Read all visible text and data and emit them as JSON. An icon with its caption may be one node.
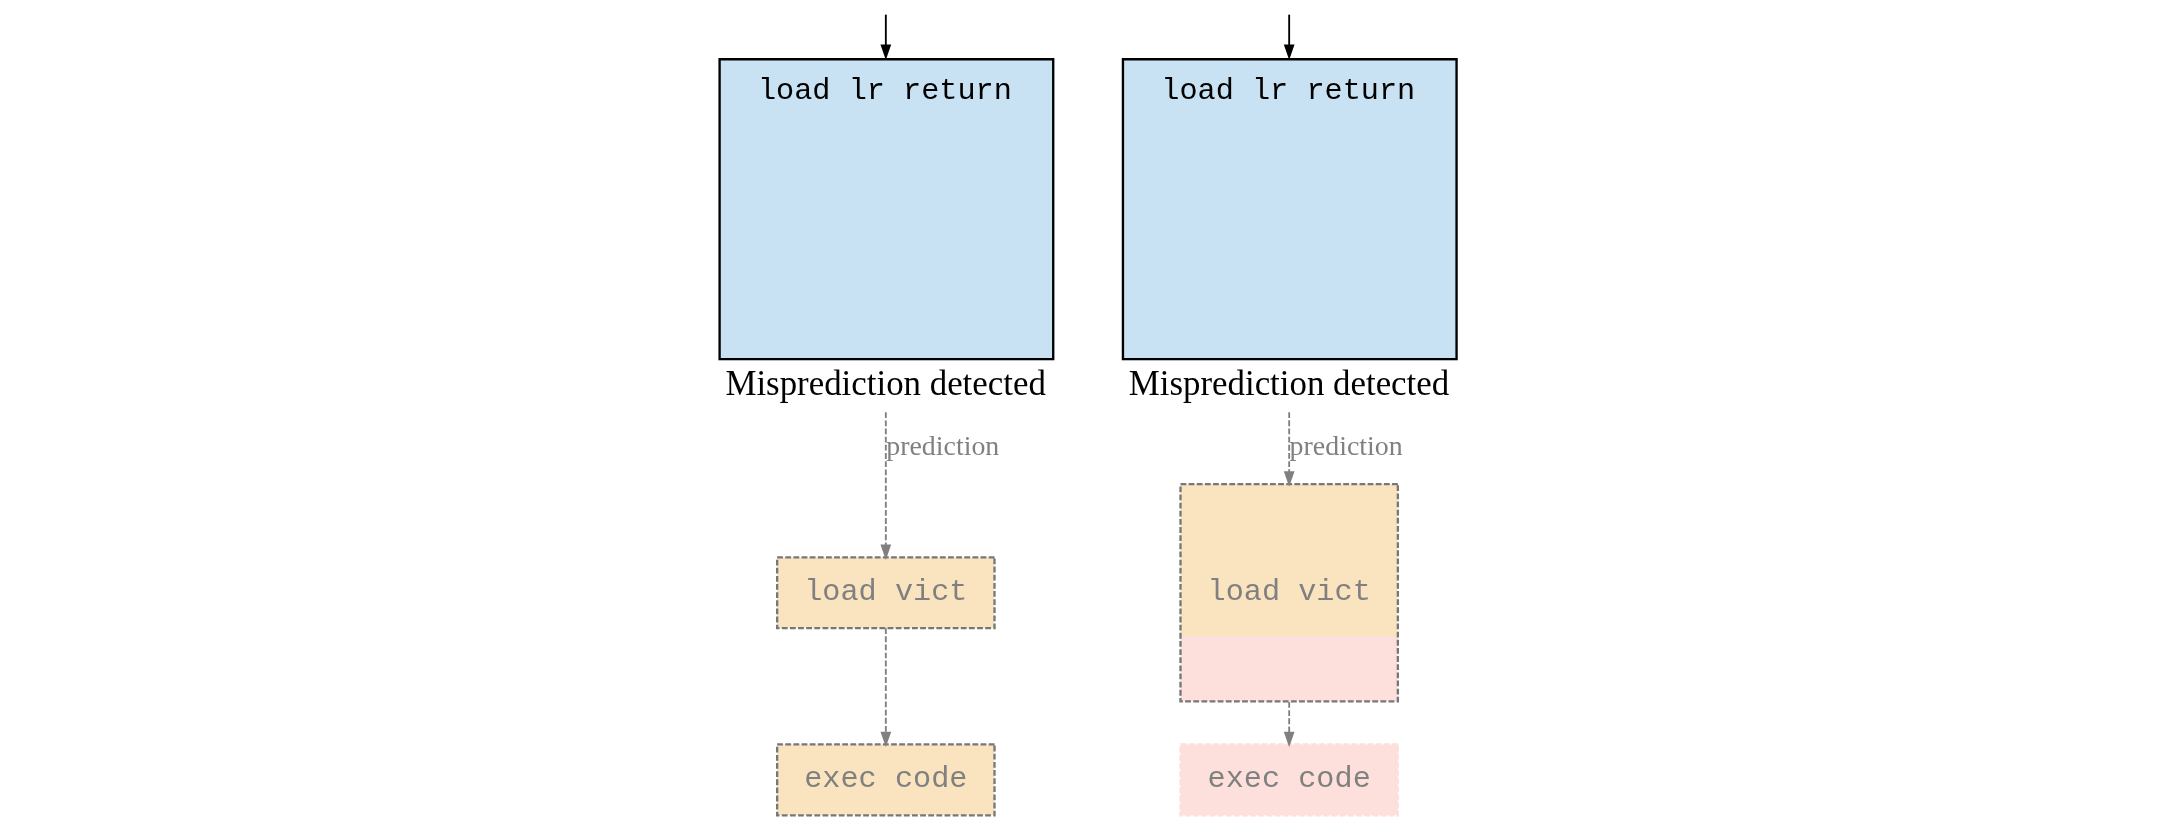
{
  "diagram": {
    "nodes": [
      {
        "text": [
          "load lr return"
        ],
        "beside": [
          "Misprediction detected"
        ]
      },
      {
        "text": [
          "load vict"
        ]
      },
      {
        "text": [
          "exec code"
        ]
      },
      {
        "text": [
          "load lr return"
        ],
        "beside": [
          "Misprediction detected"
        ]
      },
      {
        "text": [
          "load vict"
        ]
      },
      {
        "text": [
          "exec code"
        ]
      }
    ],
    "edges": [
      {
        "from": null,
        "to": 0,
        "arrow": "to",
        "color": "#000000"
      },
      {
        "from": 0,
        "to": 1,
        "arrow": "to",
        "style": "dashed",
        "label": "prediction"
      },
      {
        "from": 1,
        "to": 2,
        "arrow": "to",
        "style": "dashed"
      },
      {
        "from": null,
        "to": 3,
        "arrow": "to",
        "color": "#000000"
      },
      {
        "from": 3,
        "to": 4,
        "arrow": "to",
        "style": "dashed",
        "label": "prediction"
      },
      {
        "from": 4,
        "to": 5,
        "arrow": "to",
        "style": "dashed"
      }
    ]
  }
}
